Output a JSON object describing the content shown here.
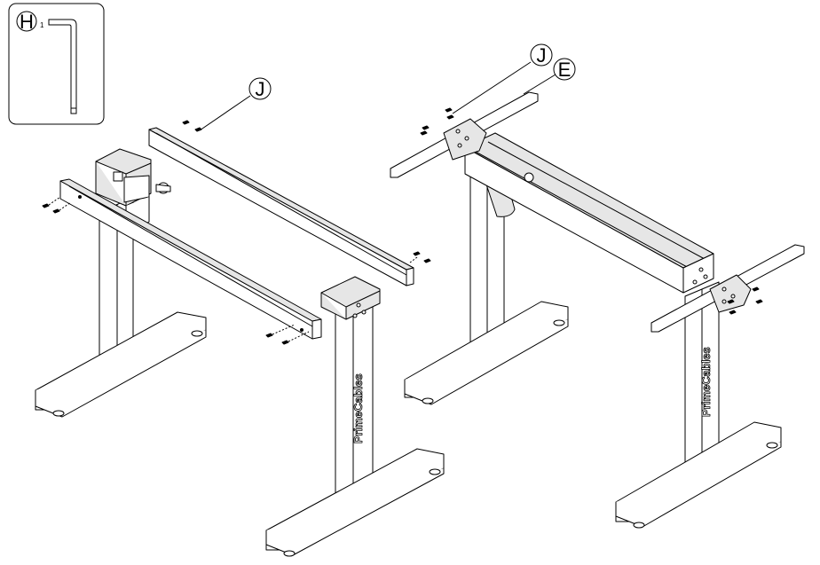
{
  "tool_box": {
    "label": "H",
    "subscript": "1",
    "icon": "allen-key-icon"
  },
  "callouts": {
    "left_screws": "J",
    "right_screws": "J",
    "right_bracket": "E"
  },
  "branding": {
    "leg_text": "PrimeCables"
  },
  "colors": {
    "stroke": "#000000",
    "fill": "#ffffff",
    "shade": "#e6e6e6"
  }
}
